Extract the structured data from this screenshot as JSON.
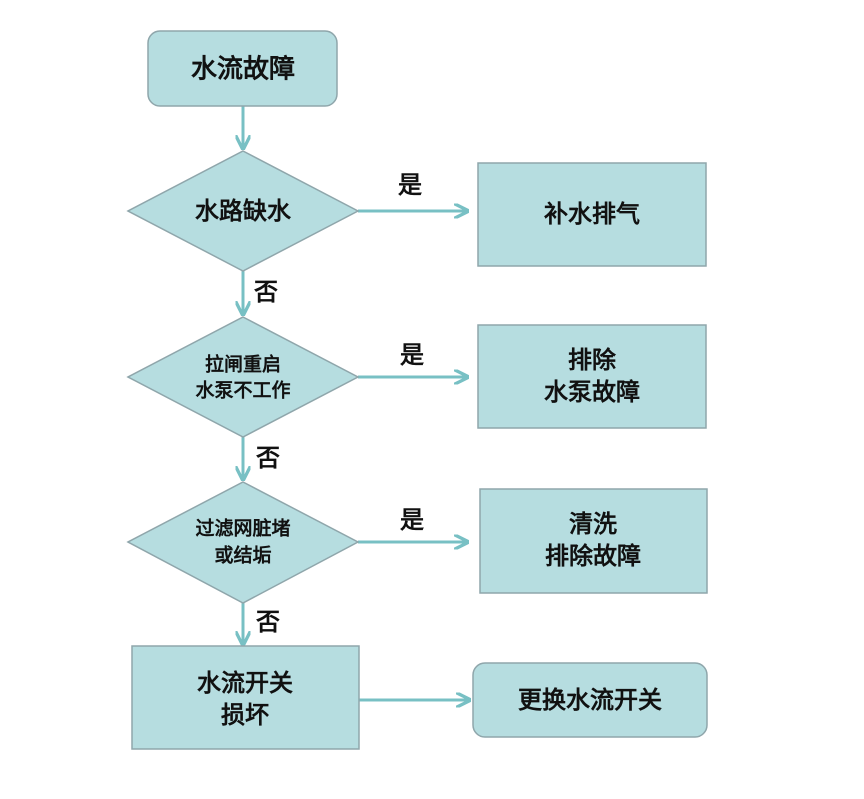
{
  "nodes": {
    "start": {
      "label": "水流故障"
    },
    "decision1": {
      "label": "水路缺水"
    },
    "action1": {
      "label": "补水排气"
    },
    "decision2": {
      "line1": "拉闸重启",
      "line2": "水泵不工作"
    },
    "action2": {
      "line1": "排除",
      "line2": "水泵故障"
    },
    "decision3": {
      "line1": "过滤网脏堵",
      "line2": "或结垢"
    },
    "action3": {
      "line1": "清洗",
      "line2": "排除故障"
    },
    "fault": {
      "line1": "水流开关",
      "line2": "损坏"
    },
    "end": {
      "label": "更换水流开关"
    }
  },
  "edges": {
    "d1_yes": "是",
    "d1_no": "否",
    "d2_yes": "是",
    "d2_no": "否",
    "d3_yes": "是",
    "d3_no": "否"
  }
}
